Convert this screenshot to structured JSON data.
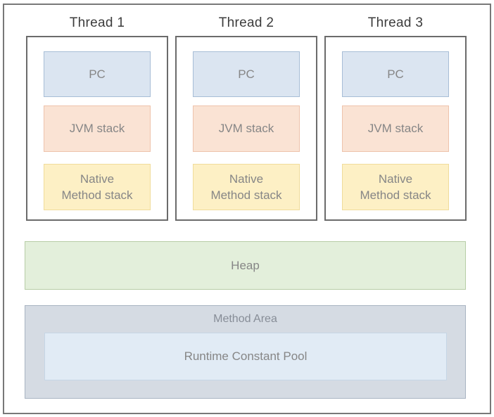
{
  "threads": [
    {
      "title": "Thread 1",
      "pc_label": "PC",
      "jvm_stack_label": "JVM stack",
      "native_stack_lines": [
        "Native",
        "Method stack"
      ]
    },
    {
      "title": "Thread 2",
      "pc_label": "PC",
      "jvm_stack_label": "JVM stack",
      "native_stack_lines": [
        "Native",
        "Method stack"
      ]
    },
    {
      "title": "Thread 3",
      "pc_label": "PC",
      "jvm_stack_label": "JVM stack",
      "native_stack_lines": [
        "Native",
        "Method stack"
      ]
    }
  ],
  "heap_label": "Heap",
  "method_area_label": "Method Area",
  "runtime_constant_pool_label": "Runtime Constant Pool",
  "colors": {
    "pc_fill": "#dbe5f1",
    "pc_border": "#a7bdd6",
    "jvm_stack_fill": "#fae3d4",
    "jvm_stack_border": "#eec3ac",
    "native_stack_fill": "#fdf0c5",
    "native_stack_border": "#f0dc9b",
    "heap_fill": "#e3efdb",
    "heap_border": "#b7cda6",
    "method_area_fill": "#d5dbe3",
    "method_area_border": "#a9b4c2",
    "runtime_constant_pool_fill": "#e1ebf5",
    "runtime_constant_pool_border": "#c6d6e6",
    "frame_border": "#787878",
    "thread_box_border": "#6b6b6b",
    "title_text": "#3c3c3c",
    "label_text": "#868686"
  }
}
